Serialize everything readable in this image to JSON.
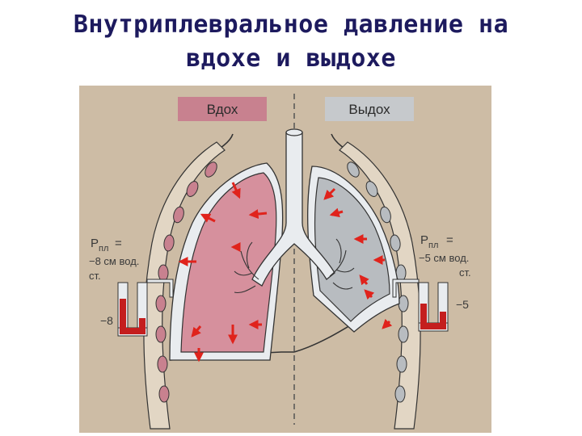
{
  "title": {
    "line1": "Внутриплевральное давление на",
    "line2": "вдохе и выдохе"
  },
  "diagram": {
    "inhale": {
      "header": "Вдох",
      "pressure_symbol": "P",
      "pressure_sub": "пл",
      "pressure_eq": "=",
      "pressure_value": "−8 см вод.",
      "pressure_unit": "ст.",
      "manometer_value": "−8"
    },
    "exhale": {
      "header": "Выдох",
      "pressure_symbol": "P",
      "pressure_sub": "пл",
      "pressure_eq": "=",
      "pressure_value": "−5 см вод.",
      "pressure_unit": "ст.",
      "manometer_value": "−5"
    },
    "colors": {
      "background": "#cdbca5",
      "inhale_header": "#c8818f",
      "exhale_header": "#c6c9cc",
      "inhale_lung": "#d6909d",
      "exhale_lung": "#b8bcc0",
      "pleura": "#e9ecef",
      "arrow": "#e0231c",
      "fluid": "#c41e1e",
      "title": "#1d1a5e"
    }
  }
}
